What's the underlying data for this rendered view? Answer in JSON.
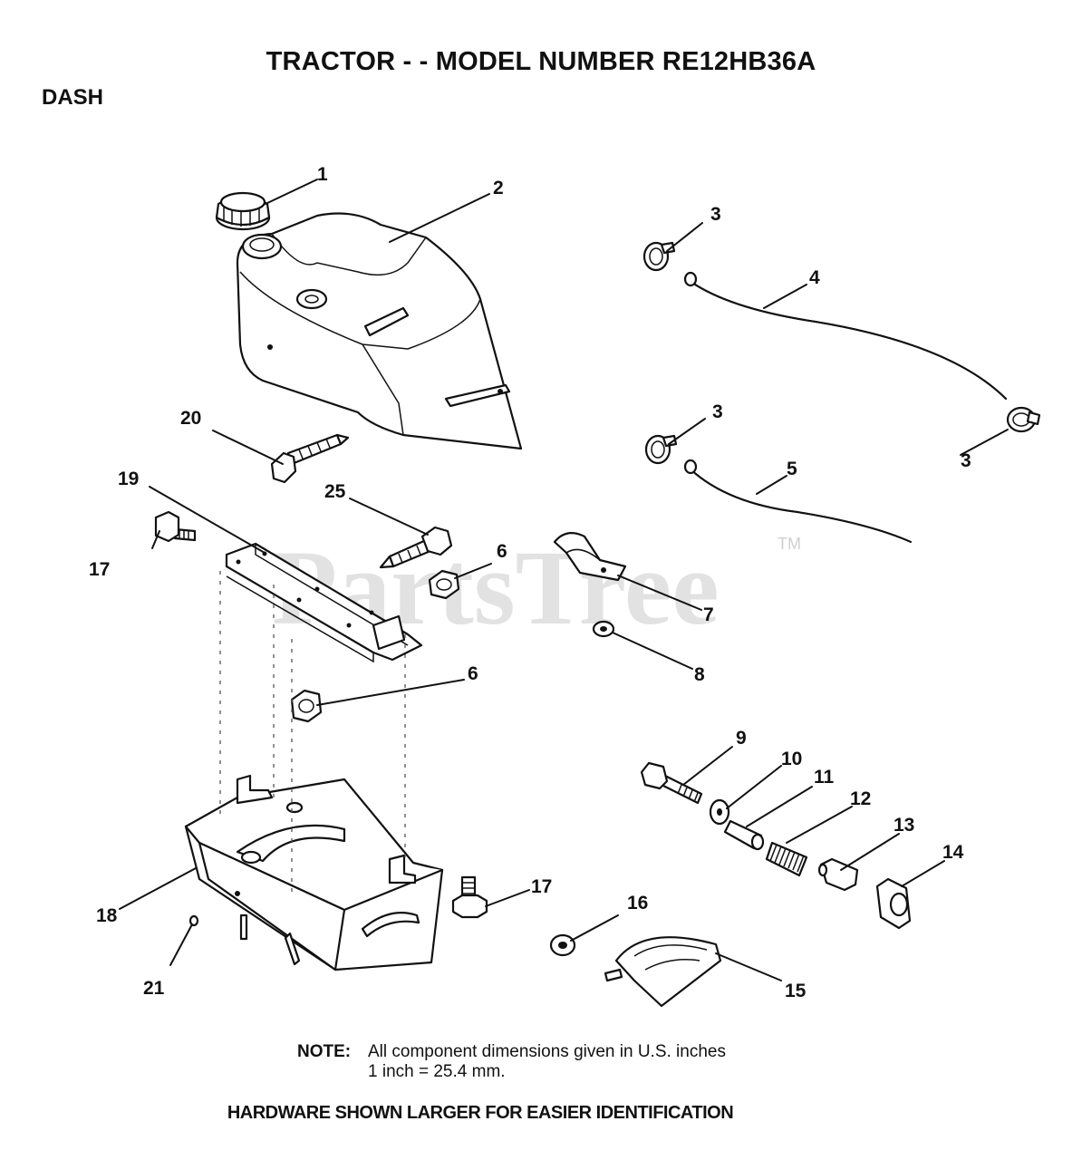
{
  "title": "TRACTOR - - MODEL NUMBER RE12HB36A",
  "section": "DASH",
  "watermark": {
    "text": "PartsTree",
    "tm": "TM"
  },
  "callouts": {
    "c1": "1",
    "c2": "2",
    "c3a": "3",
    "c3b": "3",
    "c3c": "3",
    "c4": "4",
    "c5": "5",
    "c6a": "6",
    "c6b": "6",
    "c7": "7",
    "c8": "8",
    "c9": "9",
    "c10": "10",
    "c11": "11",
    "c12": "12",
    "c13": "13",
    "c14": "14",
    "c15": "15",
    "c16": "16",
    "c17a": "17",
    "c17b": "17",
    "c18": "18",
    "c19": "19",
    "c20": "20",
    "c21": "21",
    "c25": "25"
  },
  "note": {
    "label": "NOTE:",
    "line1": "All component dimensions given in U.S. inches",
    "line2": "1 inch = 25.4 mm."
  },
  "footer": "HARDWARE SHOWN LARGER FOR EASIER IDENTIFICATION"
}
